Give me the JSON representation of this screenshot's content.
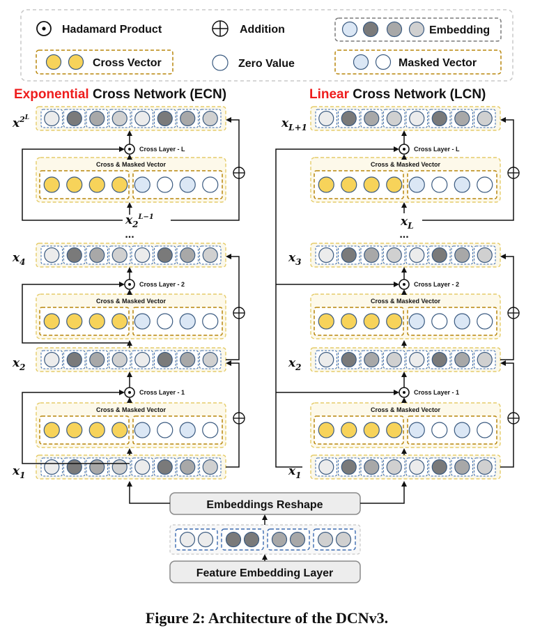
{
  "legend": {
    "hadamard": "Hadamard Product",
    "addition": "Addition",
    "embedding": "Embedding",
    "cross_vector": "Cross Vector",
    "zero_value": "Zero Value",
    "masked_vector": "Masked Vector"
  },
  "ecn": {
    "title_red": "Exponential",
    "title_rest": " Cross Network (ECN)",
    "layer_l": "Cross Layer - L",
    "layer_2": "Cross Layer - 2",
    "layer_1": "Cross Layer - 1",
    "labels": {
      "top_base": "x",
      "top_sup": "2",
      "top_sup2": "L",
      "mid_base": "x",
      "mid_sub": "2",
      "mid_sup": "L−1",
      "x4_base": "x",
      "x4_sub": "4",
      "x2_base": "x",
      "x2_sub": "2",
      "x1_base": "x",
      "x1_sub": "1"
    }
  },
  "lcn": {
    "title_red": "Linear",
    "title_rest": " Cross Network (LCN)",
    "layer_l": "Cross Layer - L",
    "layer_2": "Cross Layer - 2",
    "layer_1": "Cross Layer - 1",
    "labels": {
      "top_base": "x",
      "top_sub": "L+1",
      "mid_base": "x",
      "mid_sub": "L",
      "x3_base": "x",
      "x3_sub": "3",
      "x2_base": "x",
      "x2_sub": "2",
      "x1_base": "x",
      "x1_sub": "1"
    }
  },
  "cross_masked_label": "Cross & Masked Vector",
  "ellipsis": "...",
  "embeddings_reshape": "Embeddings Reshape",
  "feature_embedding": "Feature Embedding Layer",
  "caption": "Figure 2: Architecture of the DCNv3.",
  "colors": {
    "yellow": "#f7d35a",
    "light_blue": "#dbe7f5",
    "light_gray": "#ececec",
    "dark_gray": "#7a7a7a",
    "mid_gray": "#a8a8a8",
    "silver": "#d0d0d0",
    "title_red": "#ee1c1c"
  }
}
